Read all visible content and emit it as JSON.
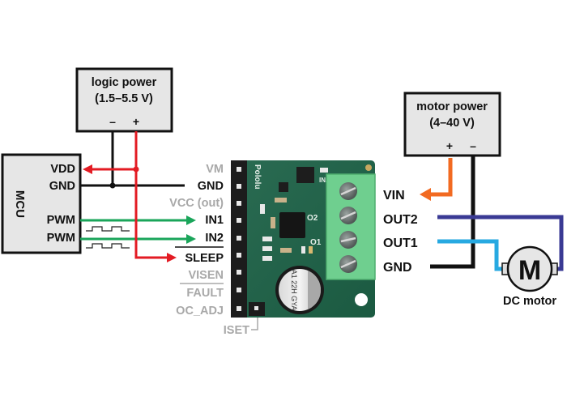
{
  "logic_power": {
    "title_line1": "logic power",
    "title_line2": "(1.5–5.5 V)",
    "minus": "–",
    "plus": "+"
  },
  "motor_power": {
    "title_line1": "motor power",
    "title_line2": "(4–40 V)",
    "plus": "+",
    "minus": "–"
  },
  "mcu": {
    "name": "MCU",
    "pins": [
      "VDD",
      "GND",
      "PWM",
      "PWM"
    ]
  },
  "board": {
    "brand": "Pololu",
    "silk_top": "IN/IN EN/DIR",
    "silk_o2": "O2",
    "silk_o1": "O1",
    "cap_text": "A1 22H GYA",
    "left_pins": [
      {
        "label": "VM",
        "active": false,
        "overline": false
      },
      {
        "label": "GND",
        "active": true,
        "overline": false
      },
      {
        "label": "VCC (out)",
        "active": false,
        "overline": false
      },
      {
        "label": "IN1",
        "active": true,
        "overline": false
      },
      {
        "label": "IN2",
        "active": true,
        "overline": false
      },
      {
        "label": "SLEEP",
        "active": true,
        "overline": true
      },
      {
        "label": "VISEN",
        "active": false,
        "overline": false
      },
      {
        "label": "FAULT",
        "active": false,
        "overline": true
      },
      {
        "label": "OC_ADJ",
        "active": false,
        "overline": false
      }
    ],
    "iset_label": "ISET",
    "right_pins": [
      "VIN",
      "OUT2",
      "OUT1",
      "GND"
    ]
  },
  "motor": {
    "symbol": "M",
    "label": "DC motor"
  },
  "colors": {
    "power_red": "#e31b23",
    "signal_green": "#1aa55a",
    "ground_black": "#111111",
    "motor_vin_orange": "#f26a21",
    "out2_navy": "#3a3a94",
    "out1_cyan": "#27a9e1",
    "box_fill": "#e6e6e6",
    "pcb_green": "#1f5e45",
    "terminal_green": "#6fcf8f",
    "inactive_grey": "#a8a8a8"
  }
}
